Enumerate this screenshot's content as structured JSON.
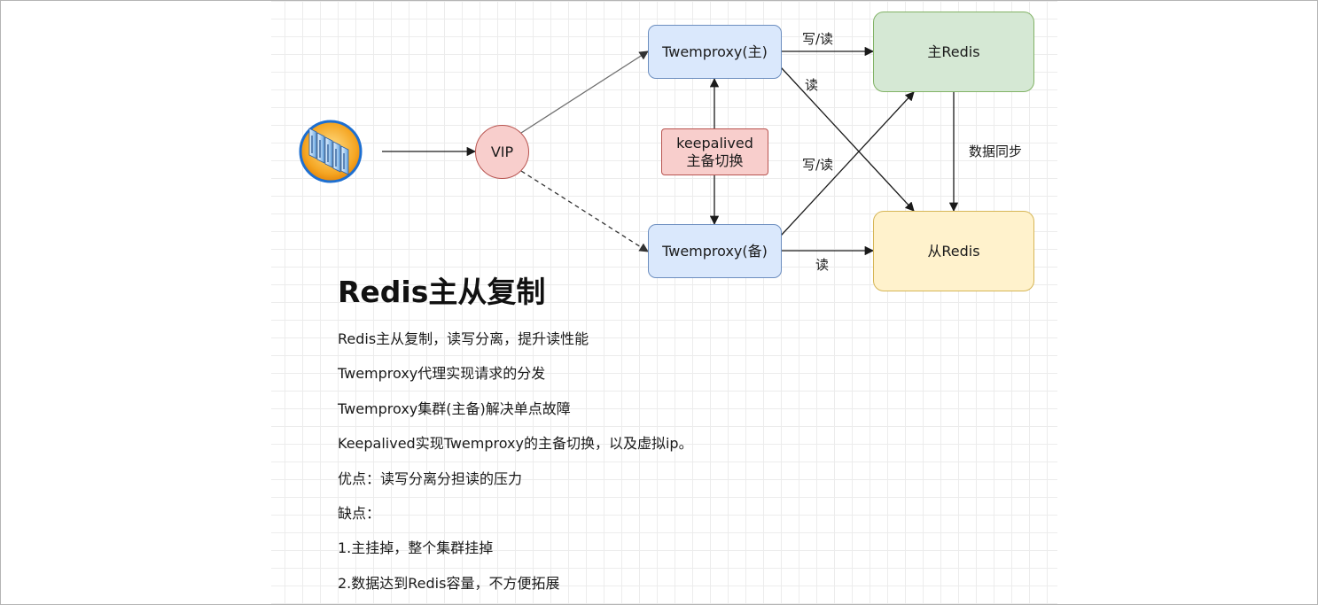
{
  "nodes": {
    "proxy_master": "Twemproxy(主)",
    "proxy_backup": "Twemproxy(备)",
    "keepalived_line1": "keepalived",
    "keepalived_line2": "主备切换",
    "vip": "VIP",
    "redis_master": "主Redis",
    "redis_slave": "从Redis"
  },
  "edge_labels": {
    "master_write_read": "写/读",
    "master_read": "读",
    "backup_write_read": "写/读",
    "backup_read": "读",
    "data_sync": "数据同步"
  },
  "client_icon": "server-cluster-icon",
  "colors": {
    "proxy_fill": "#dae8fc",
    "proxy_stroke": "#6c8ebf",
    "master_fill": "#d5e8d4",
    "master_stroke": "#82b366",
    "slave_fill": "#fff2cc",
    "slave_stroke": "#d6b656",
    "alert_fill": "#f8cecc",
    "alert_stroke": "#b85450"
  },
  "document": {
    "title": "Redis主从复制",
    "lines": [
      "Redis主从复制，读写分离，提升读性能",
      "Twemproxy代理实现请求的分发",
      "Twemproxy集群(主备)解决单点故障",
      "Keepalived实现Twemproxy的主备切换，以及虚拟ip。",
      "优点：读写分离分担读的压力",
      "缺点：",
      "1.主挂掉，整个集群挂掉",
      "2.数据达到Redis容量，不方便拓展"
    ]
  }
}
